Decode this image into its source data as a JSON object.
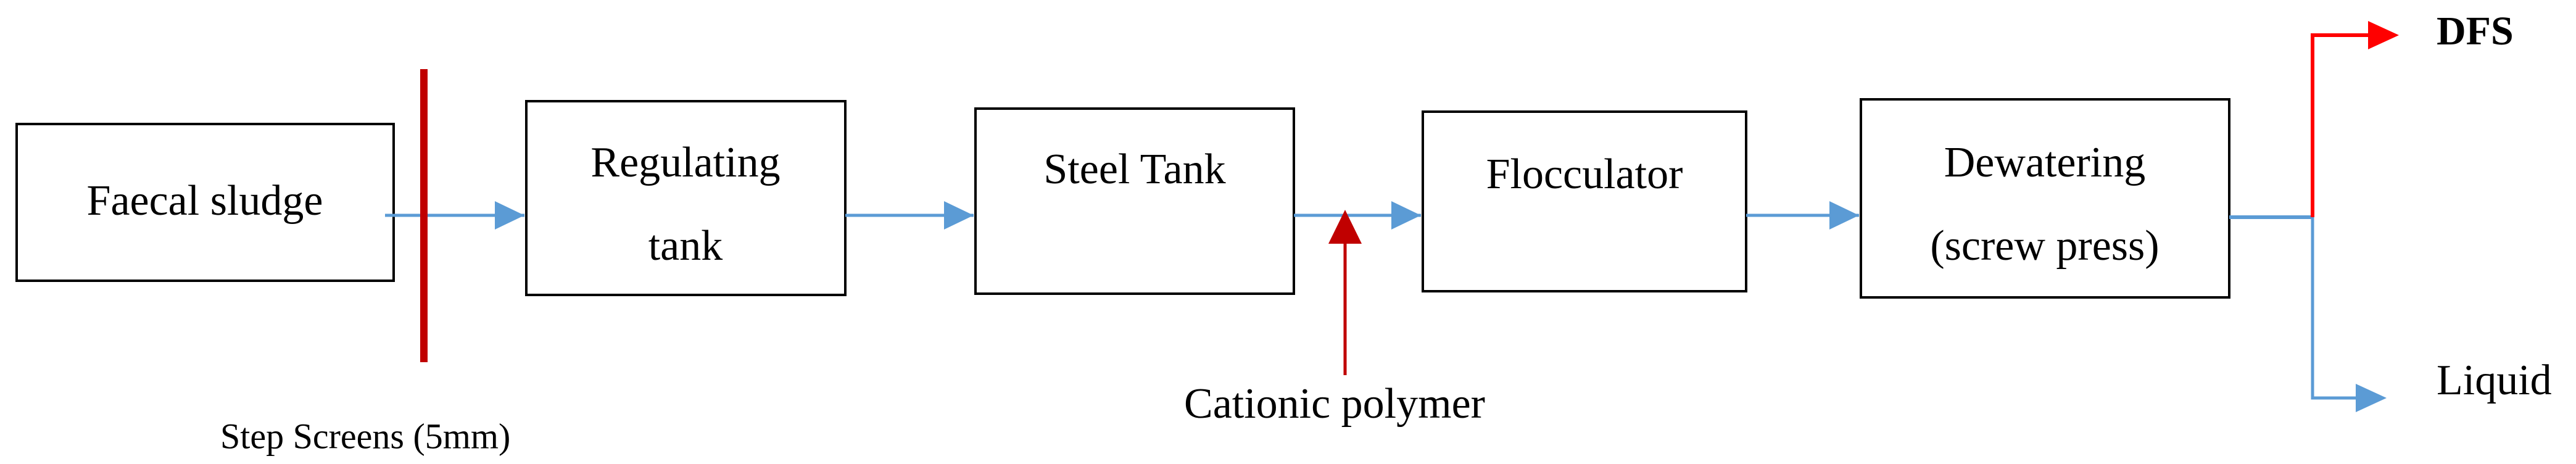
{
  "colors": {
    "flow_arrow": "#5B9BD5",
    "highlight": "#FF0000",
    "screen_bar": "#C00000",
    "polymer_arrow": "#C00000",
    "box_border": "#000000"
  },
  "nodes": {
    "faecal_sludge": "Faecal sludge",
    "regulating_tank": [
      "Regulating",
      "tank"
    ],
    "steel_tank": "Steel Tank",
    "flocculator": "Flocculator",
    "dewatering": [
      "Dewatering",
      "(screw press)"
    ]
  },
  "labels": {
    "step_screens": "Step Screens (5mm)",
    "cationic_polymer": "Cationic polymer",
    "dfs": "DFS",
    "liquid": "Liquid"
  }
}
